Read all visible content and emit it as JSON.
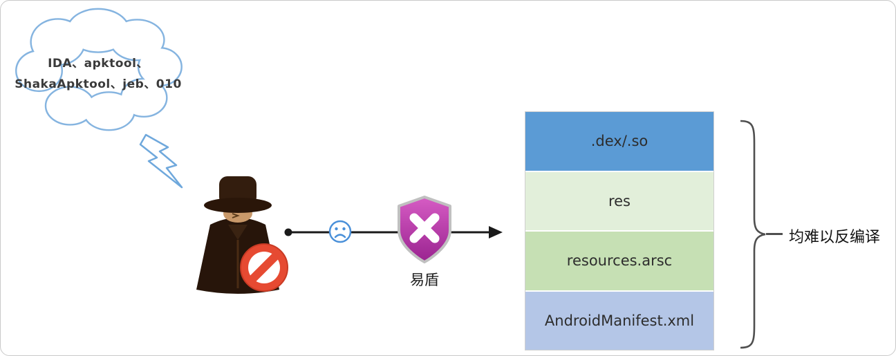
{
  "thought_cloud": {
    "line1": "IDA、apktool、",
    "line2": "ShakaApktool、jeb、010"
  },
  "attacker": {
    "icon": "hacker-spy-figure",
    "blocked_icon": "prohibition-sign"
  },
  "reaction": {
    "icon": "sad-face"
  },
  "protection": {
    "icon": "shield-x-icon",
    "label": "易盾",
    "shield_color_top": "#d65cc4",
    "shield_color_bottom": "#9a2390"
  },
  "flow": {
    "arrow_color": "#1a1a1a"
  },
  "stack": {
    "layers": [
      {
        "label": ".dex/.so",
        "color": "#5b9bd5"
      },
      {
        "label": "res",
        "color": "#e2efda"
      },
      {
        "label": "resources.arsc",
        "color": "#c6e0b4"
      },
      {
        "label": "AndroidManifest.xml",
        "color": "#b4c6e7"
      }
    ]
  },
  "annotation": {
    "label": "均难以反编译"
  },
  "colors": {
    "cloud_outline": "#85b4e0",
    "text": "#3a3a3a"
  }
}
